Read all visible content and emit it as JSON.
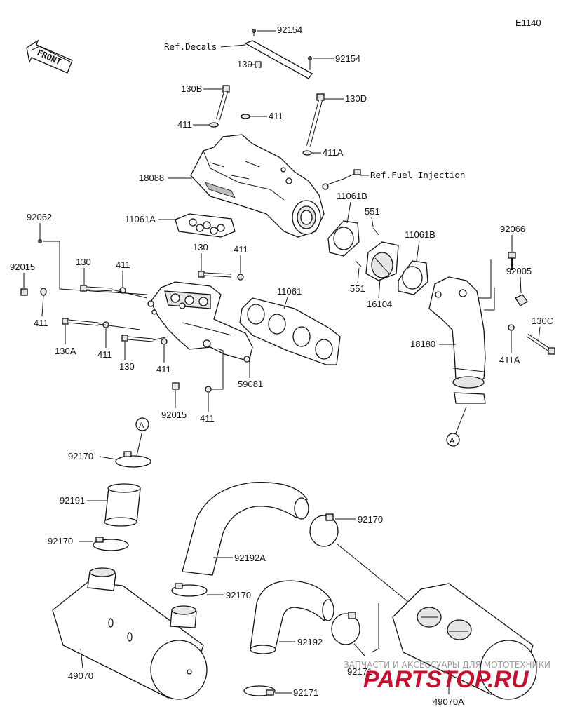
{
  "diagram_code": "E1140",
  "front_label": "FRONT",
  "ref_labels": {
    "decals": "Ref.Decals",
    "fuel_injection": "Ref.Fuel Injection"
  },
  "callout_circle": "A",
  "part_numbers": {
    "p92154_top": "92154",
    "p92154_2": "92154",
    "p130_top": "130",
    "p130B": "130B",
    "p130D": "130D",
    "p411_left": "411",
    "p411_right": "411",
    "p411A_top": "411A",
    "p18088": "18088",
    "p11061B_a": "11061B",
    "p551_a": "551",
    "p11061B_b": "11061B",
    "p92062": "92062",
    "p11061A": "11061A",
    "p130_mid": "130",
    "p411_mid": "411",
    "p92066": "92066",
    "p92015_left": "92015",
    "p130_l": "130",
    "p411_l": "411",
    "p11061": "11061",
    "p92005": "92005",
    "p551_b": "551",
    "p16104": "16104",
    "p130C": "130C",
    "p411_ll": "411",
    "p18180": "18180",
    "p130A": "130A",
    "p411_lb": "411",
    "p411A_r": "411A",
    "p130_lb": "130",
    "p411_lc": "411",
    "p59081": "59081",
    "p92015_b": "92015",
    "p411_b": "411",
    "p92170_a": "92170",
    "p92191": "92191",
    "p92170_b": "92170",
    "p92170_c": "92170",
    "p92192A": "92192A",
    "p92170_d": "92170",
    "p92192": "92192",
    "p49070": "49070",
    "p92171_a": "92171",
    "p92171_b": "92171",
    "p49070A": "49070A"
  },
  "watermark": {
    "caption": "ЗАПЧАСТИ И АКСЕССУАРЫ ДЛЯ МОТОТЕХНИКИ",
    "brand": "PARTSTOP.RU"
  }
}
